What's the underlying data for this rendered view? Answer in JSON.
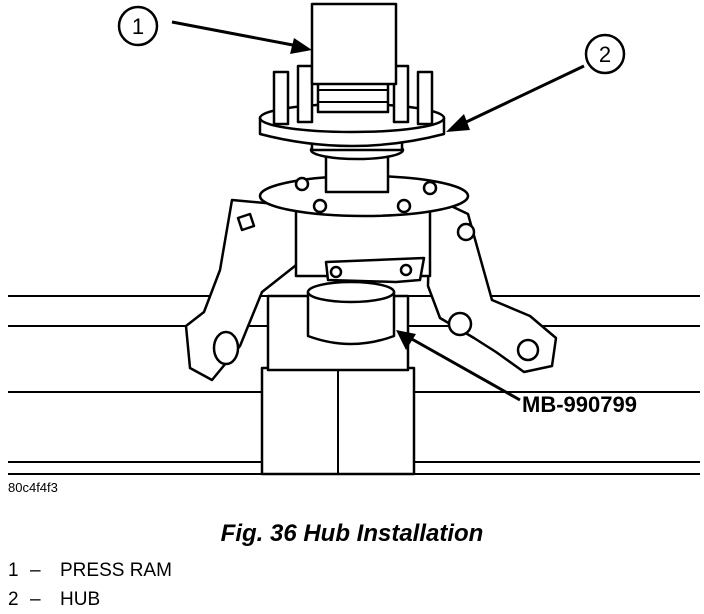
{
  "figure": {
    "id_code": "80c4f4f3",
    "callouts": [
      {
        "number": "1"
      },
      {
        "number": "2"
      }
    ],
    "tool_label": "MB-990799"
  },
  "caption": "Fig. 36 Hub Installation",
  "legend": [
    {
      "number": "1",
      "dash": "–",
      "text": "PRESS RAM"
    },
    {
      "number": "2",
      "dash": "–",
      "text": "HUB"
    }
  ]
}
